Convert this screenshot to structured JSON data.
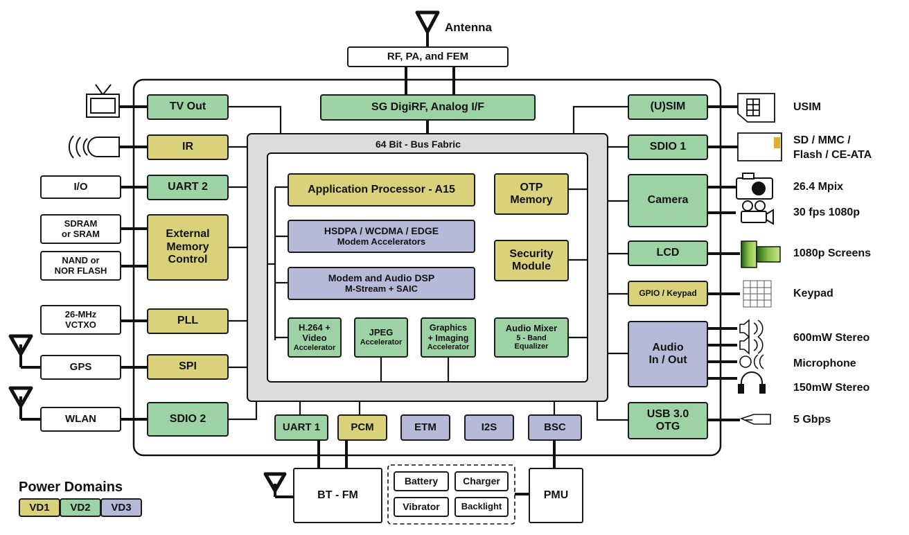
{
  "antenna_label": "Antenna",
  "rf": "RF, PA, and FEM",
  "digirf": "SG DigiRF, Analog I/F",
  "bus_fabric": "64 Bit - Bus Fabric",
  "left_blocks": {
    "tv_out": "TV Out",
    "ir": "IR",
    "uart2": "UART 2",
    "ext_mem": "External\nMemory\nControl",
    "pll": "PLL",
    "spi": "SPI",
    "sdio2": "SDIO 2"
  },
  "left_devices": {
    "io": "I/O",
    "sdram": "SDRAM\nor SRAM",
    "nand": "NAND or\nNOR FLASH",
    "vctxo": "26-MHz\nVCTXO",
    "gps": "GPS",
    "wlan": "WLAN"
  },
  "core": {
    "ap": "Application Processor - A15",
    "hsdpa_1": "HSDPA / WCDMA / EDGE",
    "hsdpa_2": "Modem Accelerators",
    "dsp_1": "Modem and Audio DSP",
    "dsp_2": "M-Stream + SAIC",
    "h264_1": "H.264 +\nVideo",
    "h264_2": "Accelerator",
    "jpeg_1": "JPEG",
    "jpeg_2": "Accelerator",
    "gfx_1": "Graphics\n+ Imaging",
    "gfx_2": "Accelerator",
    "otp": "OTP\nMemory",
    "security": "Security\nModule",
    "mixer_1": "Audio Mixer",
    "mixer_2": "5 - Band\nEqualizer"
  },
  "right_blocks": {
    "usim_block": "(U)SIM",
    "sdio1": "SDIO 1",
    "camera": "Camera",
    "lcd": "LCD",
    "gpio": "GPIO / Keypad",
    "audio": "Audio\nIn / Out",
    "usb": "USB 3.0\nOTG"
  },
  "right_labels": {
    "usim": "USIM",
    "sd": "SD / MMC /\nFlash / CE-ATA",
    "mpix": "26.4 Mpix",
    "fps": "30 fps 1080p",
    "screens": "1080p Screens",
    "keypad": "Keypad",
    "stereo600": "600mW Stereo",
    "mic": "Microphone",
    "stereo150": "150mW Stereo",
    "gbps": "5 Gbps"
  },
  "bottom_blocks": {
    "uart1": "UART 1",
    "pcm": "PCM",
    "etm": "ETM",
    "i2s": "I2S",
    "bsc": "BSC"
  },
  "external_bottom": {
    "btfm": "BT - FM",
    "battery": "Battery",
    "charger": "Charger",
    "vibrator": "Vibrator",
    "backlight": "Backlight",
    "pmu": "PMU"
  },
  "legend": {
    "title": "Power Domains",
    "vd1": "VD1",
    "vd2": "VD2",
    "vd3": "VD3"
  },
  "colors": {
    "vd1": "#d9d27a",
    "vd2": "#9dd3a4",
    "vd3": "#b7b9d8",
    "fabric": "#dcdcdc"
  }
}
